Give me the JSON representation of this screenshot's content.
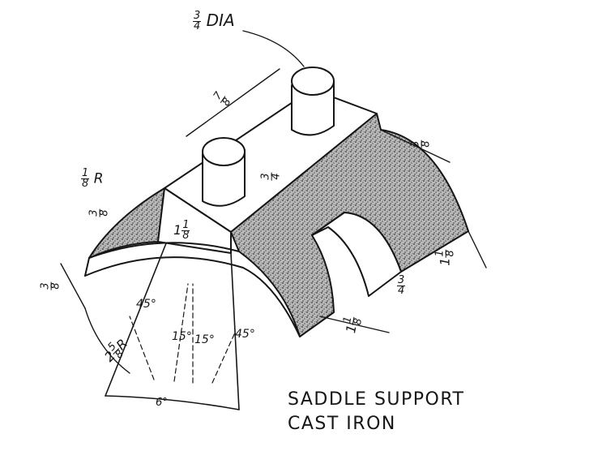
{
  "title": {
    "line1": "SADDLE SUPPORT",
    "line2": "CAST IRON"
  },
  "dimensions": {
    "boss_dia_num": "3",
    "boss_dia_den": "4",
    "boss_dia_unit": "DIA",
    "boss_spacing_num": "7",
    "boss_spacing_den": "8",
    "corner_radius_num": "1",
    "corner_radius_den": "8",
    "corner_radius_unit": "R",
    "boss_height_num": "3",
    "boss_height_den": "4",
    "top_thk_num": "3",
    "top_thk_den": "8",
    "slot_width_whole": "1",
    "slot_width_num": "1",
    "slot_width_den": "8",
    "right_top_num": "3",
    "right_top_den": "8",
    "right_edge_whole": "1",
    "right_edge_num": "1",
    "right_edge_den": "8",
    "right_mid_num": "3",
    "right_mid_den": "4",
    "bottom_whole": "1",
    "bottom_num": "1",
    "bottom_den": "8",
    "left_edge_num": "3",
    "left_edge_den": "8",
    "arc_radius_whole": "2",
    "arc_radius_num": "5",
    "arc_radius_den": "8",
    "arc_radius_unit": "R",
    "angle_45_left": "45°",
    "angle_15_left": "15°",
    "angle_15_right": "15°",
    "angle_45_right": "45°",
    "angle_6": "6°"
  },
  "colors": {
    "ink": "#161616",
    "stipple": "#8a8a8a"
  }
}
